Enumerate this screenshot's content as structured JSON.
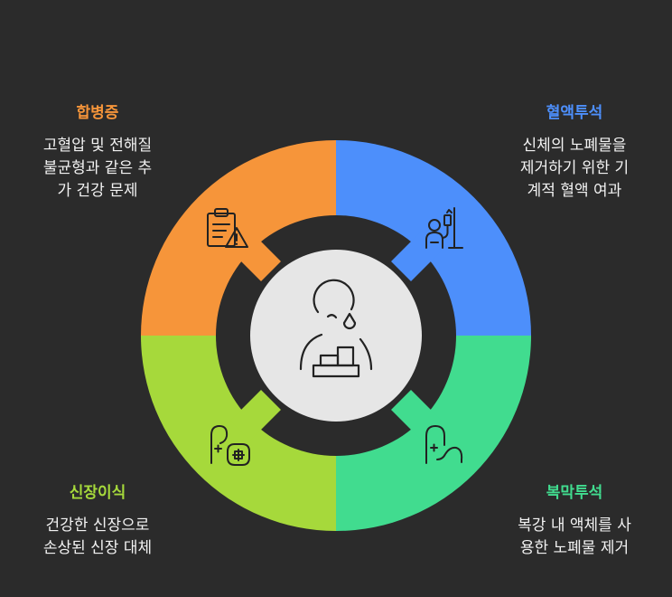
{
  "diagram": {
    "colors": {
      "background": "#2b2b2b",
      "hemodialysis": "#4d8ffb",
      "peritoneal": "#41dc8f",
      "transplant": "#a6d93b",
      "complications": "#f6953a",
      "center": "#e6e6e6",
      "ring_gap": "#2b2b2b",
      "icon_stroke": "#222222"
    },
    "segments": [
      {
        "id": "hemodialysis",
        "title": "혈액투석",
        "description": "신체의 노폐물을\n제거하기 위한 기\n계적 혈액 여과",
        "icon": "iv-drip-patient-icon"
      },
      {
        "id": "peritoneal",
        "title": "복막투석",
        "description": "복강 내 액체를 사\n용한 노폐물 제거",
        "icon": "abdomen-tube-icon"
      },
      {
        "id": "transplant",
        "title": "신장이식",
        "description": "건강한 신장으로\n손상된 신장 대체",
        "icon": "kidney-medical-icon"
      },
      {
        "id": "complications",
        "title": "합병증",
        "description": "고혈압 및 전해질\n불균형과 같은 추\n가 건강 문제",
        "icon": "clipboard-warning-icon"
      }
    ],
    "center_icon": "sad-patient-icon"
  }
}
